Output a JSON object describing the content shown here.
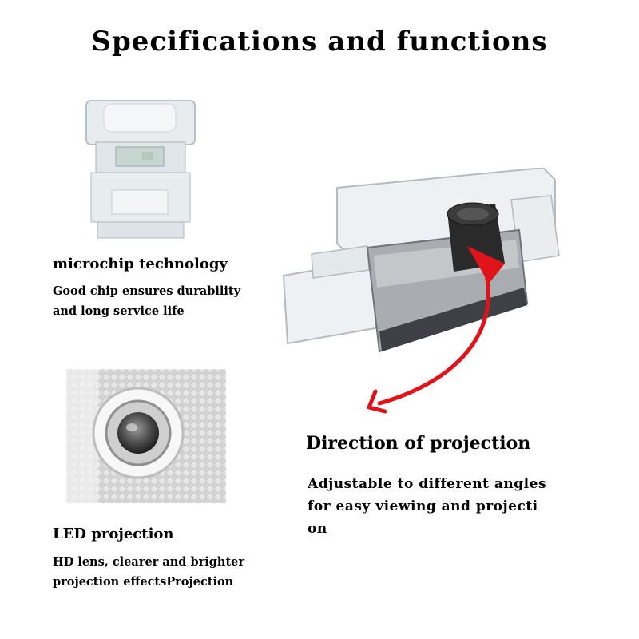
{
  "page": {
    "title": "Specifications and functions"
  },
  "features": [
    {
      "heading": "microchip technology",
      "lines": [
        "Good chip ensures durability",
        "and long service life"
      ]
    },
    {
      "heading": "LED projection",
      "lines": [
        "HD lens, clearer and brighter",
        "projection effectsProjection"
      ]
    },
    {
      "heading": "Direction of projection",
      "lines": [
        "Adjustable to different angles",
        "for easy viewing and projecti",
        "on"
      ]
    }
  ],
  "colors": {
    "arrow": "#e0131a",
    "text": "#000000"
  }
}
